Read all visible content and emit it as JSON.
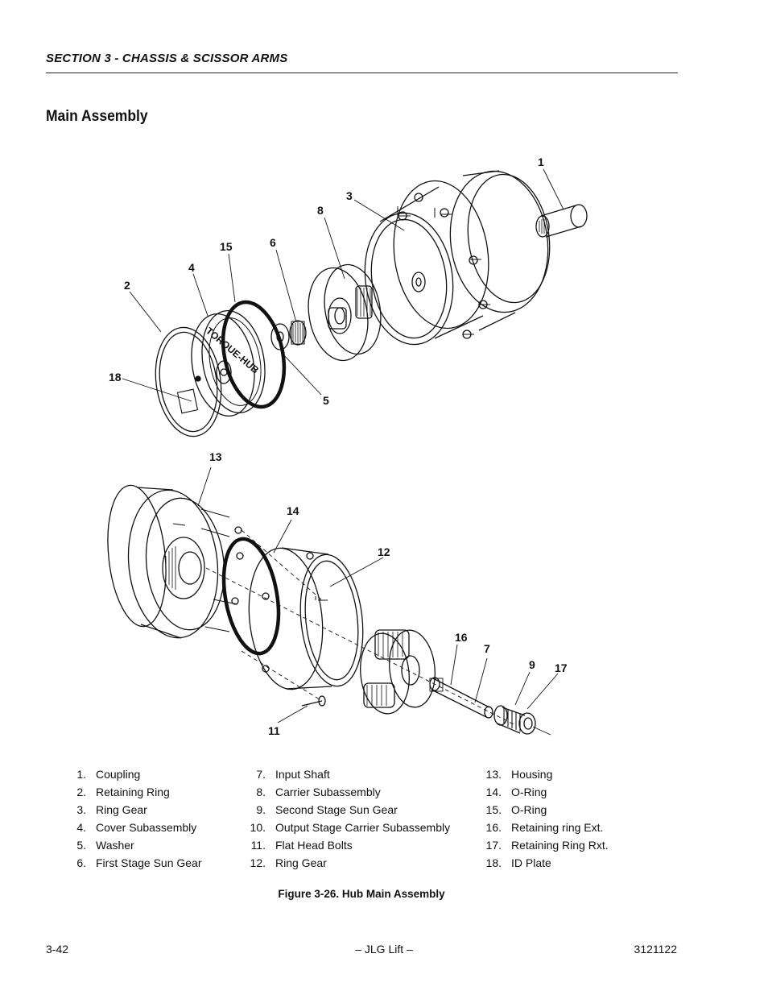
{
  "header": {
    "section": "SECTION 3 - CHASSIS & SCISSOR ARMS"
  },
  "page_title": "Main Assembly",
  "callouts": [
    "1",
    "2",
    "3",
    "4",
    "5",
    "6",
    "8",
    "15",
    "18",
    "13",
    "14",
    "12",
    "16",
    "7",
    "9",
    "17",
    "11"
  ],
  "cover_text": "TORQUE-HUB",
  "parts": {
    "col1": [
      {
        "num": "1.",
        "name": "Coupling"
      },
      {
        "num": "2.",
        "name": "Retaining Ring"
      },
      {
        "num": "3.",
        "name": "Ring Gear"
      },
      {
        "num": "4.",
        "name": "Cover Subassembly"
      },
      {
        "num": "5.",
        "name": "Washer"
      },
      {
        "num": "6.",
        "name": "First Stage Sun Gear"
      }
    ],
    "col2": [
      {
        "num": "7.",
        "name": "Input Shaft"
      },
      {
        "num": "8.",
        "name": "Carrier Subassembly"
      },
      {
        "num": "9.",
        "name": "Second Stage Sun Gear"
      },
      {
        "num": "10.",
        "name": "Output Stage Carrier Subassembly"
      },
      {
        "num": "11.",
        "name": "Flat Head Bolts"
      },
      {
        "num": "12.",
        "name": "Ring Gear"
      }
    ],
    "col3": [
      {
        "num": "13.",
        "name": "Housing"
      },
      {
        "num": "14.",
        "name": "O-Ring"
      },
      {
        "num": "15.",
        "name": "O-Ring"
      },
      {
        "num": "16.",
        "name": "Retaining ring Ext."
      },
      {
        "num": "17.",
        "name": "Retaining Ring Rxt."
      },
      {
        "num": "18.",
        "name": "ID Plate"
      }
    ]
  },
  "figure_caption": "Figure 3-26.  Hub Main Assembly",
  "footer": {
    "page": "3-42",
    "brand": "– JLG Lift –",
    "doc_number": "3121122"
  }
}
